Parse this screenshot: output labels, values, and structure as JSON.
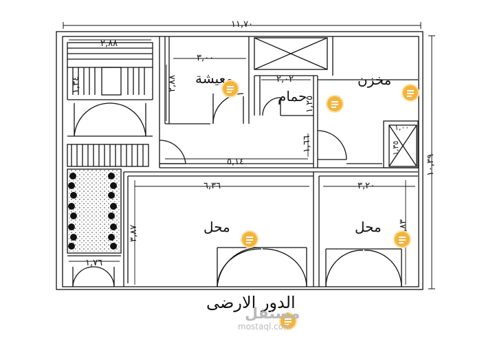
{
  "plan": {
    "title": "الدور الارضى",
    "rooms": {
      "living": "معيشة",
      "bath": "حمام",
      "storage": "مخزن",
      "shop_left": "محل",
      "shop_right": "محل"
    },
    "dimensions": {
      "overall_width": "١١,٧٠",
      "overall_depth": "١٠,٣٩",
      "stair_width": "٢,٨٨",
      "stair_side": "١,٣٤",
      "living_width": "٣,٠٠",
      "living_depth": "٢,٨٨",
      "bath_width": "٢,٠٢",
      "bath_depth": "١,٢٥",
      "corridor_length": "٥,١٤",
      "corridor_depth": "١,٦٦",
      "shaft_width": "١,٠٠",
      "shaft_depth": "١,٣٥",
      "shop_left_width": "٦,٣٦",
      "shop_left_depth": "٣,٨٧",
      "shop_right_width": "٣,٢٠",
      "shop_right_depth": "٣,٨٣",
      "garden_width": "١,٧٦"
    }
  },
  "watermark": {
    "logo": "مستقل",
    "site": "mostaql.com"
  }
}
